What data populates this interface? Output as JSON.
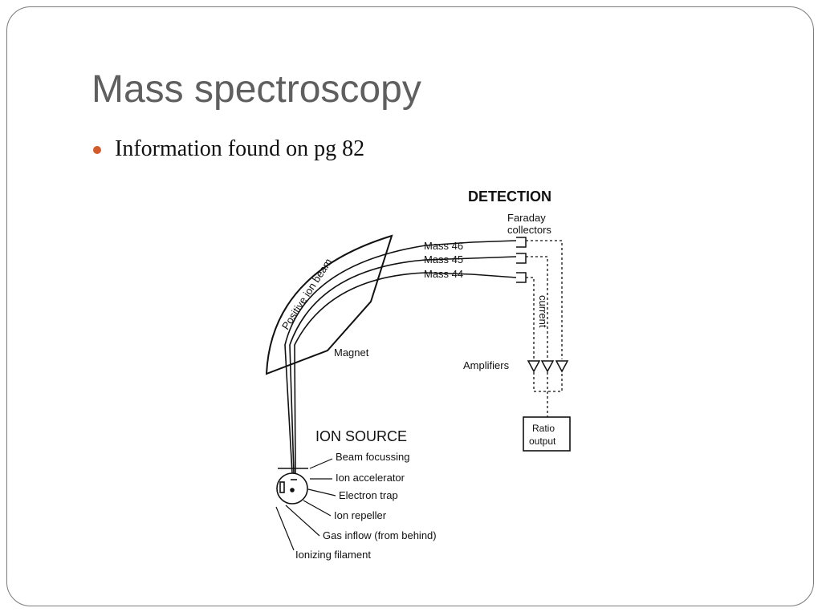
{
  "slide": {
    "title": "Mass spectroscopy",
    "bullets": [
      {
        "text": "Information found on pg 82"
      }
    ]
  },
  "colors": {
    "title": "#5f5f5f",
    "bullet": "#d35a2a",
    "text": "#111111",
    "frame": "#7a7a7a"
  },
  "diagram": {
    "detection_title": "DETECTION",
    "faraday_label_1": "Faraday",
    "faraday_label_2": "collectors",
    "mass_labels": [
      "Mass 46",
      "Mass 45",
      "Mass 44"
    ],
    "current_label": "current",
    "amplifiers_label": "Amplifiers",
    "ratio_label_1": "Ratio",
    "ratio_label_2": "output",
    "beam_label": "Positive ion beam",
    "magnet_label": "Magnet",
    "ion_source_title": "ION SOURCE",
    "source_parts": [
      "Beam focussing",
      "Ion accelerator",
      "Electron trap",
      "Ion repeller",
      "Gas inflow (from behind)",
      "Ionizing filament"
    ]
  }
}
